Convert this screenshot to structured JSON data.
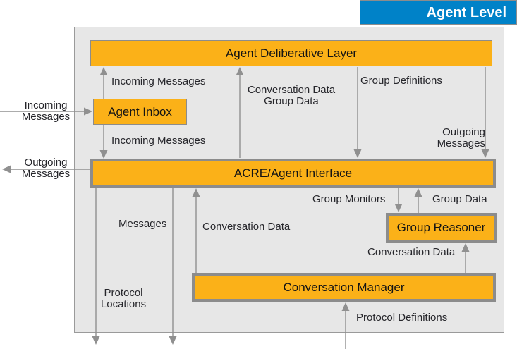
{
  "banner": {
    "label": "Agent Level"
  },
  "colors": {
    "banner_blue": "#0082C8",
    "banner_text": "#FFFFFF",
    "box_orange": "#FBB118",
    "border_gray": "#8C8C8C",
    "container_fill": "#E7E7E7",
    "container_border": "#9A9A9A",
    "arrow_gray": "#909090"
  },
  "nodes": {
    "deliberative": {
      "label": "Agent Deliberative Layer"
    },
    "inbox": {
      "label": "Agent Inbox"
    },
    "acre": {
      "label": "ACRE/Agent Interface"
    },
    "group_reasoner": {
      "label": "Group Reasoner"
    },
    "conversation_manager": {
      "label": "Conversation Manager"
    }
  },
  "edge_labels": {
    "incoming_external": {
      "line1": "Incoming",
      "line2": "Messages"
    },
    "outgoing_external": {
      "line1": "Outgoing",
      "line2": "Messages"
    },
    "incoming_to_deliberative": "Incoming Messages",
    "incoming_to_acre": "Incoming Messages",
    "conversation_group": {
      "line1": "Conversation Data",
      "line2": "Group Data"
    },
    "group_definitions": "Group Definitions",
    "outgoing_internal": {
      "line1": "Outgoing",
      "line2": "Messages"
    },
    "group_monitors": "Group Monitors",
    "group_data": "Group Data",
    "conversation_data_left": "Conversation Data",
    "conversation_data_right": "Conversation Data",
    "messages": "Messages",
    "protocol_locations": {
      "line1": "Protocol",
      "line2": "Locations"
    },
    "protocol_definitions": "Protocol Definitions"
  }
}
